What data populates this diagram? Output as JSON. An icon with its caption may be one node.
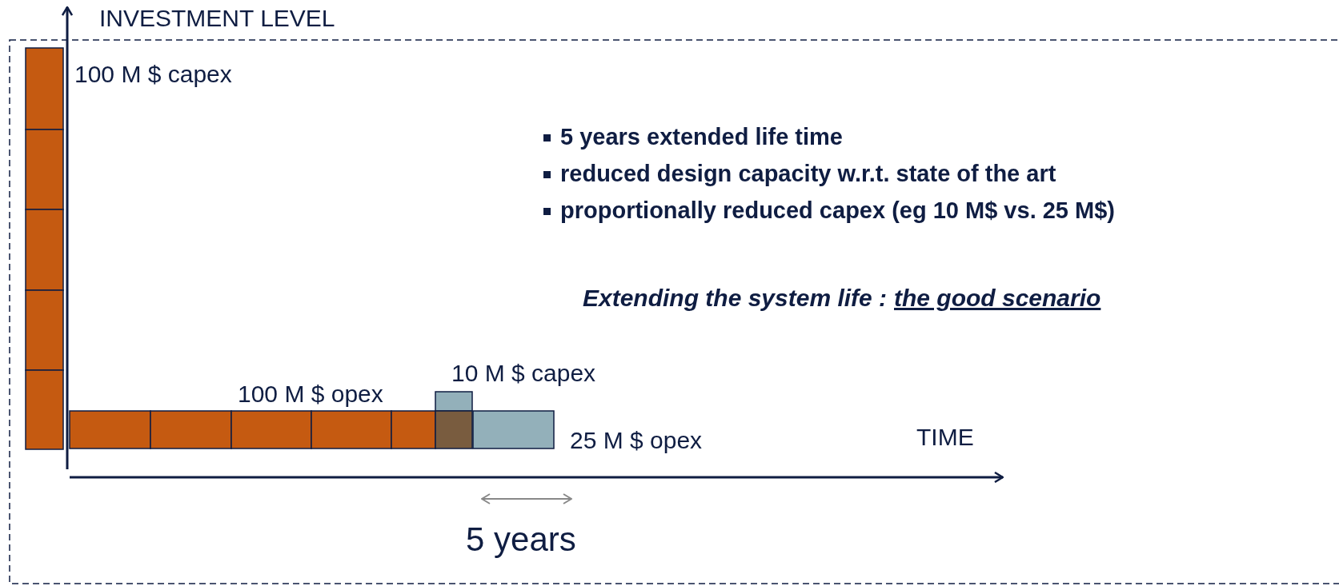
{
  "diagram": {
    "labels": [
      "INVESTMENT LEVEL",
      "100 M $ capex",
      "5 years extended life time",
      "reduced design capacity w.r.t. state of the art",
      "proportionally reduced capex (eg 10 M$ vs. 25 M$)",
      "Extending the system life :",
      "the good scenario",
      "100 M $ opex",
      "10 M $ capex",
      "25 M $ opex",
      "TIME",
      "5 years"
    ]
  }
}
